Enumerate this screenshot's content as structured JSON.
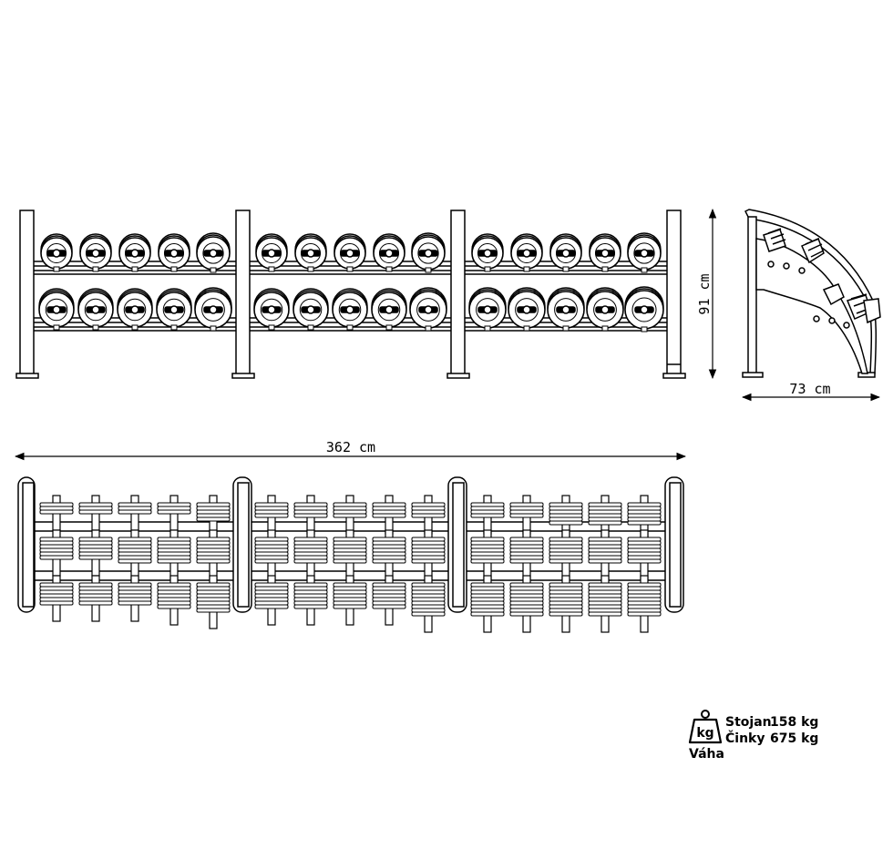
{
  "dimensions": {
    "height": "91 cm",
    "depth": "73 cm",
    "length": "362 cm"
  },
  "weight": {
    "label": "Váha",
    "unit_icon": "kg",
    "icon_name": "weight-icon",
    "rows": [
      {
        "label": "Stojan",
        "value": "158 kg"
      },
      {
        "label": "Činky",
        "value": "675 kg"
      }
    ]
  }
}
